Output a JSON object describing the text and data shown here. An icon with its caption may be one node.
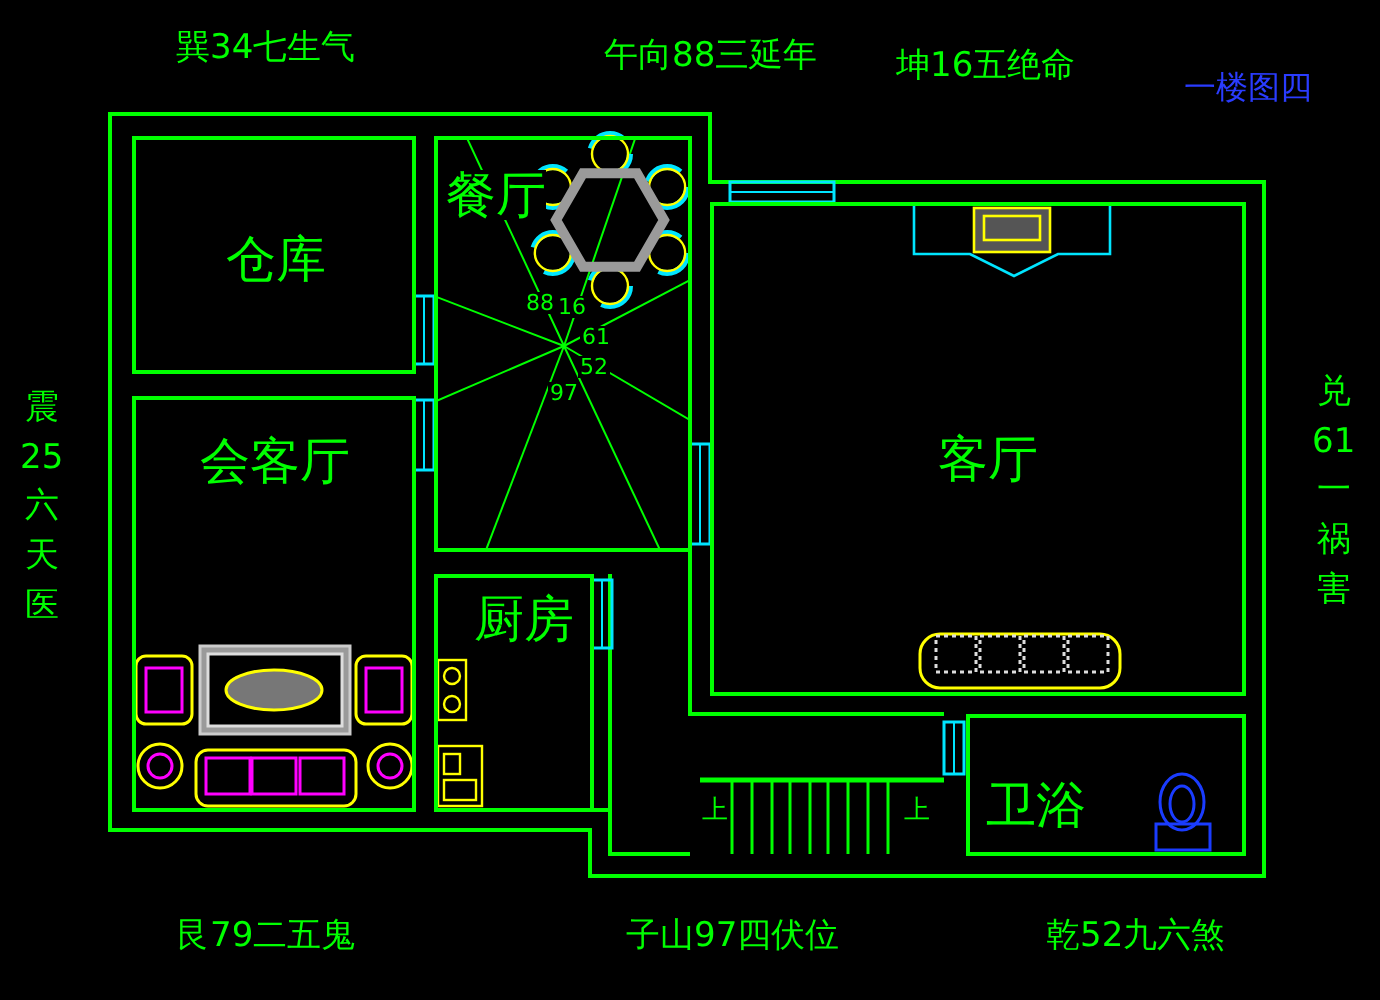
{
  "diagram": {
    "nodes": [
      {
        "text": [
          "仓库"
        ]
      },
      {
        "text": [
          "餐厅"
        ]
      },
      {
        "text": [
          "会客厅"
        ]
      },
      {
        "text": [
          "厨房"
        ]
      },
      {
        "text": [
          "客厅"
        ]
      },
      {
        "text": [
          "卫浴"
        ]
      }
    ],
    "labels": [
      "巽34七生气",
      "午向88三延年",
      "坤16五绝命",
      "一楼图四",
      "震25六天医",
      "兑61一祸害",
      "88",
      "16",
      "61",
      "52",
      "97",
      "上",
      "上",
      "艮79二五鬼",
      "子山97四伏位",
      "乾52九六煞"
    ]
  }
}
